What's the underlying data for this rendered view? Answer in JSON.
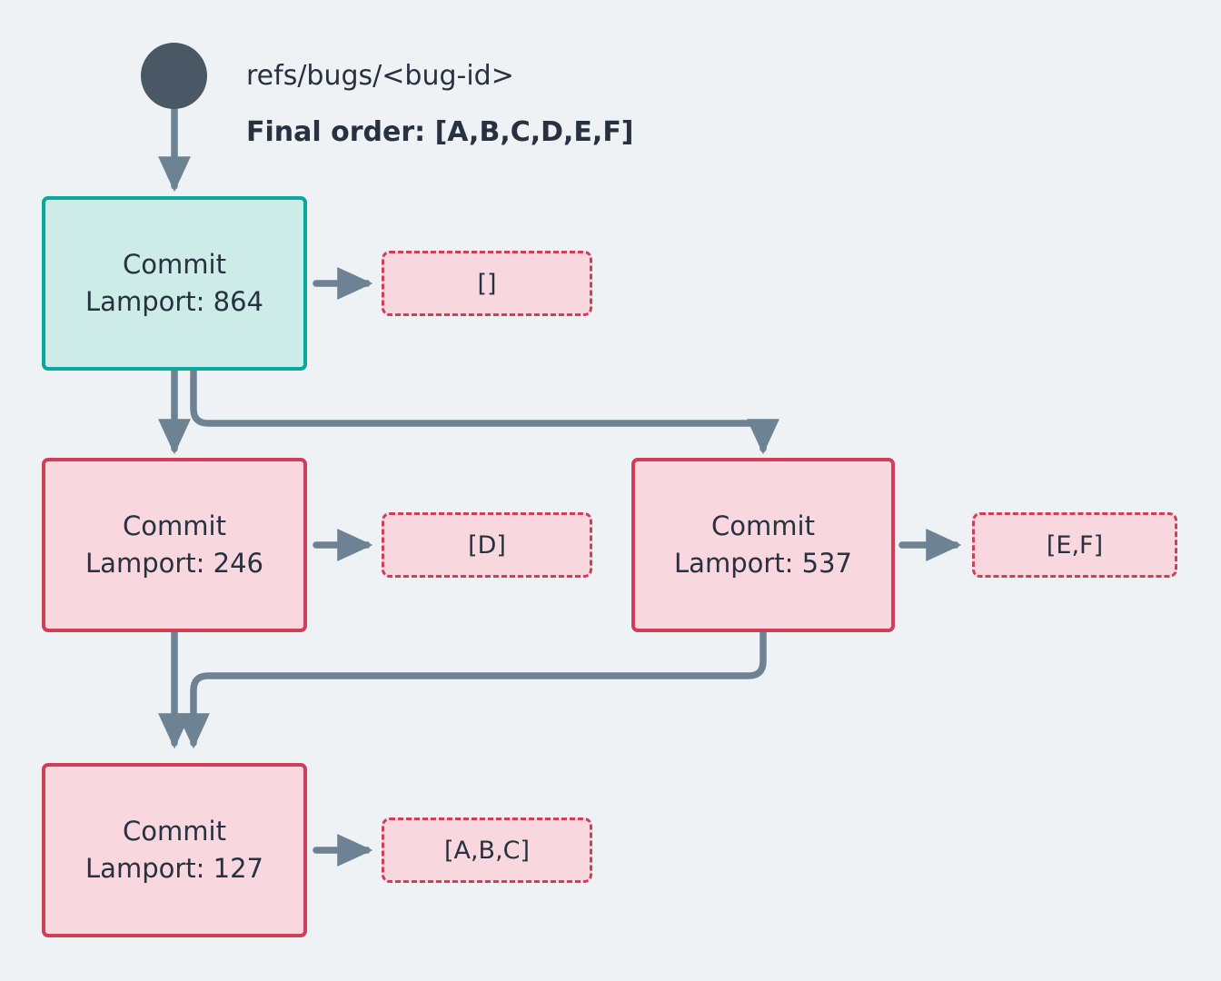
{
  "diagram": {
    "background_color": "#eef2f5",
    "header": {
      "ref_label": "refs/bugs/<bug-id>",
      "final_order_label": "Final order: [A,B,C,D,E,F]"
    },
    "start_node": {
      "icon": "filled-circle",
      "color": "#4a5764"
    },
    "palette": {
      "teal_fill": "#cdebe7",
      "teal_border": "#0aa79a",
      "pink_fill": "#f8d7de",
      "pink_border": "#cf3f58",
      "edge_color": "#6d8293",
      "text_color": "#28313f"
    },
    "nodes": [
      {
        "id": "c864",
        "style": "teal",
        "title": "Commit",
        "detail": "Lamport: 864",
        "chip": "[]"
      },
      {
        "id": "c246",
        "style": "pink",
        "title": "Commit",
        "detail": "Lamport: 246",
        "chip": "[D]"
      },
      {
        "id": "c537",
        "style": "pink",
        "title": "Commit",
        "detail": "Lamport: 537",
        "chip": "[E,F]"
      },
      {
        "id": "c127",
        "style": "pink",
        "title": "Commit",
        "detail": "Lamport: 127",
        "chip": "[A,B,C]"
      }
    ],
    "edges": [
      {
        "from": "start",
        "to": "c864"
      },
      {
        "from": "c864",
        "to": "c246"
      },
      {
        "from": "c864",
        "to": "c537"
      },
      {
        "from": "c246",
        "to": "c127"
      },
      {
        "from": "c537",
        "to": "c127"
      },
      {
        "from": "c864",
        "to": "chip-864"
      },
      {
        "from": "c246",
        "to": "chip-246"
      },
      {
        "from": "c537",
        "to": "chip-537"
      },
      {
        "from": "c127",
        "to": "chip-127"
      }
    ]
  }
}
